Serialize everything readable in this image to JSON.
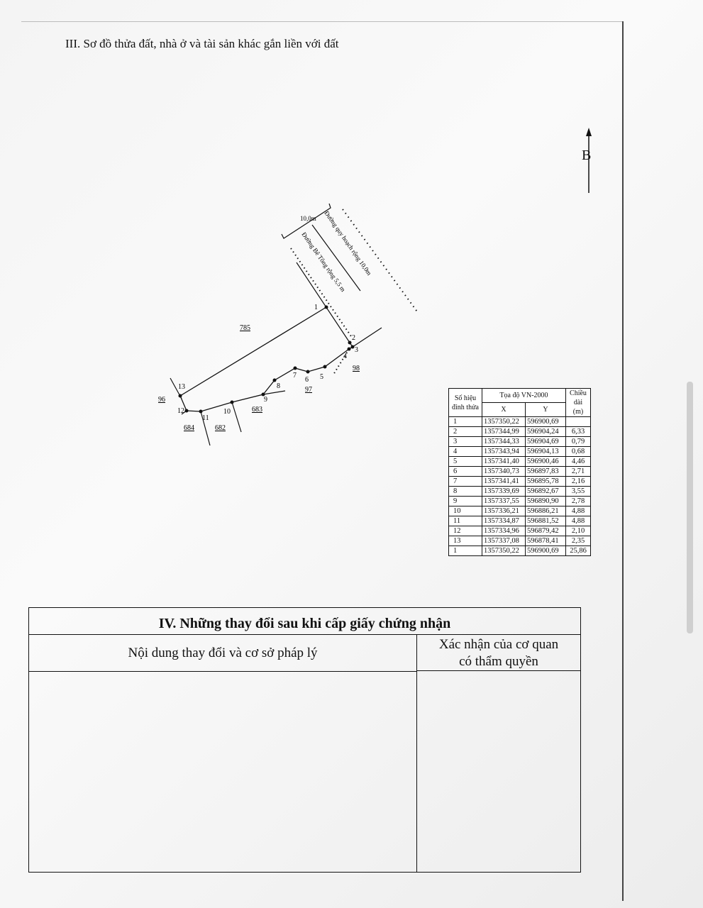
{
  "section3": {
    "title": "III. Sơ đồ thửa đất, nhà ở và tài sản khác gắn liền với đất"
  },
  "north": {
    "label": "B"
  },
  "diagram": {
    "road_width_label": "10,0m",
    "road_planned": "Đường quy hoạch rộng 10,0m",
    "road_concrete": "Đường Bê Tông rộng 5,5 m",
    "vertices": [
      "1",
      "2",
      "3",
      "4",
      "5",
      "6",
      "7",
      "8",
      "9",
      "10",
      "11",
      "12",
      "13"
    ],
    "parcels": [
      "785",
      "98",
      "97",
      "96",
      "683",
      "684",
      "682"
    ]
  },
  "coord_table": {
    "header_vertex": [
      "Số hiệu",
      "đỉnh thửa"
    ],
    "header_coords": "Tọa độ VN-2000",
    "header_x": "X",
    "header_y": "Y",
    "header_len": [
      "Chiều",
      "dài",
      "(m)"
    ],
    "rows": [
      {
        "n": "1",
        "x": "1357350,22",
        "y": "596900,69",
        "len": ""
      },
      {
        "n": "2",
        "x": "1357344,99",
        "y": "596904,24",
        "len": "6,33"
      },
      {
        "n": "3",
        "x": "1357344,33",
        "y": "596904,69",
        "len": "0,79"
      },
      {
        "n": "4",
        "x": "1357343,94",
        "y": "596904,13",
        "len": "0,68"
      },
      {
        "n": "5",
        "x": "1357341,40",
        "y": "596900,46",
        "len": "4,46"
      },
      {
        "n": "6",
        "x": "1357340,73",
        "y": "596897,83",
        "len": "2,71"
      },
      {
        "n": "7",
        "x": "1357341,41",
        "y": "596895,78",
        "len": "2,16"
      },
      {
        "n": "8",
        "x": "1357339,69",
        "y": "596892,67",
        "len": "3,55"
      },
      {
        "n": "9",
        "x": "1357337,55",
        "y": "596890,90",
        "len": "2,78"
      },
      {
        "n": "10",
        "x": "1357336,21",
        "y": "596886,21",
        "len": "4,88"
      },
      {
        "n": "11",
        "x": "1357334,87",
        "y": "596881,52",
        "len": "4,88"
      },
      {
        "n": "12",
        "x": "1357334,96",
        "y": "596879,42",
        "len": "2,10"
      },
      {
        "n": "13",
        "x": "1357337,08",
        "y": "596878,41",
        "len": "2,35"
      },
      {
        "n": "1",
        "x": "1357350,22",
        "y": "596900,69",
        "len": "25,86"
      }
    ]
  },
  "section4": {
    "title": "IV. Những thay đổi sau khi cấp giấy chứng nhận",
    "col_content": "Nội dung thay đổi và cơ sở pháp lý",
    "col_confirm_line1": "Xác nhận của cơ quan",
    "col_confirm_line2": "có thẩm quyền"
  }
}
